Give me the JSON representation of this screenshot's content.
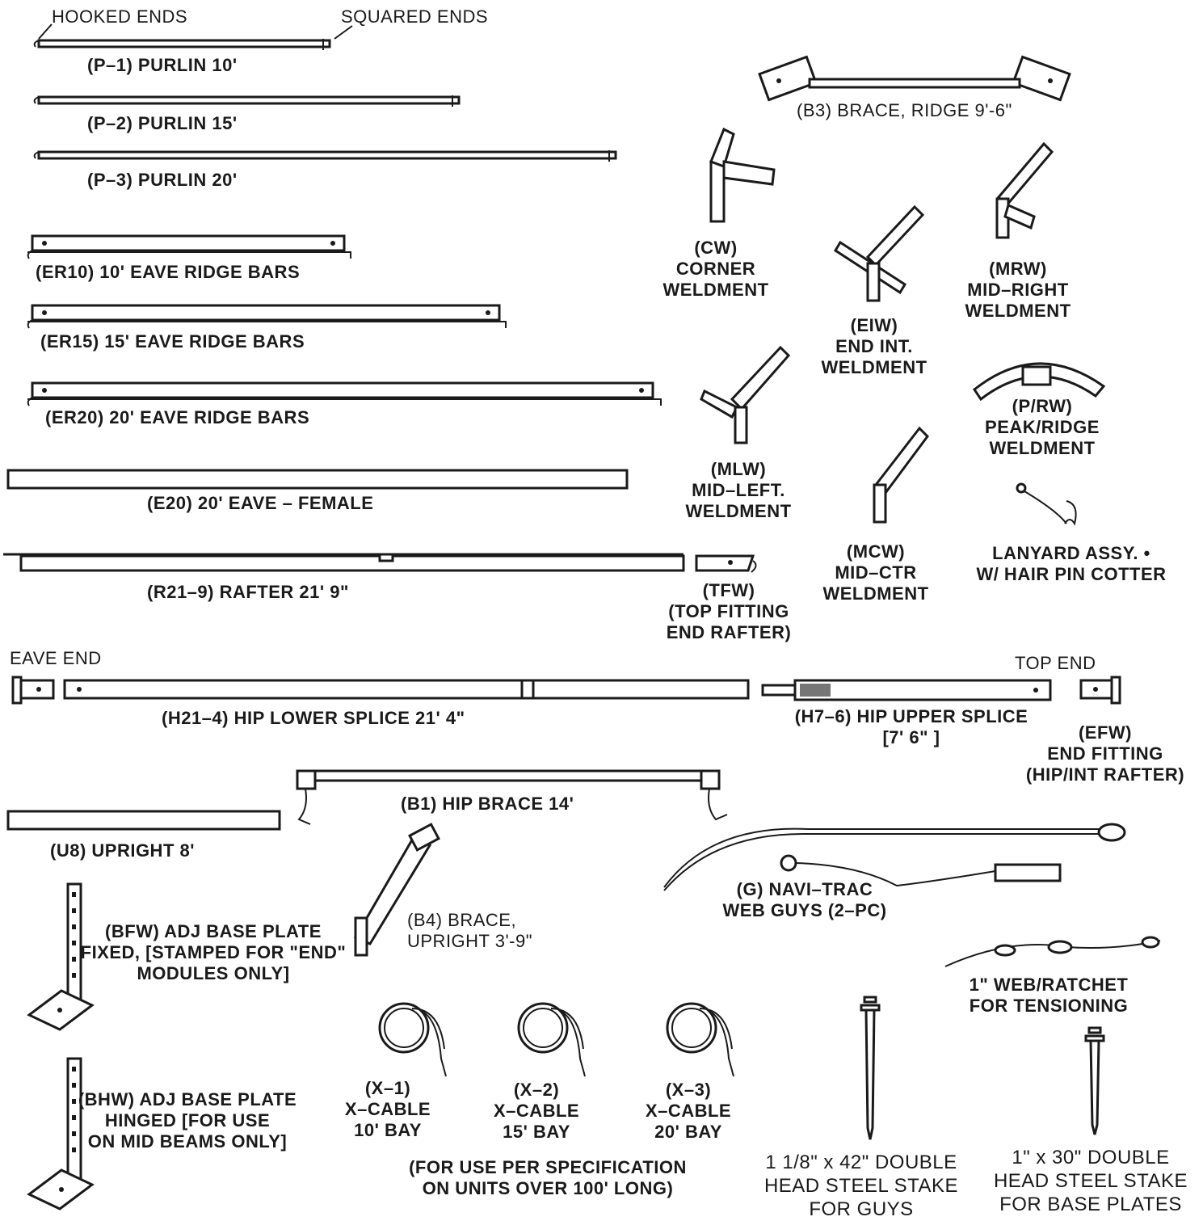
{
  "annotations": {
    "hooked_ends": "HOOKED ENDS",
    "squared_ends": "SQUARED ENDS",
    "eave_end": "EAVE END",
    "top_end": "TOP END"
  },
  "parts": {
    "p1": "(P–1)  PURLIN  10'",
    "p2": "(P–2)  PURLIN  15'",
    "p3": "(P–3)  PURLIN  20'",
    "er10": "(ER10)  10'  EAVE  RIDGE  BARS",
    "er15": "(ER15)  15'  EAVE  RIDGE  BARS",
    "er20": "(ER20)  20'  EAVE  RIDGE  BARS",
    "e20": "(E20)  20'  EAVE  –  FEMALE",
    "r21": "(R21–9)  RAFTER  21'  9\"",
    "tfw": [
      "(TFW)",
      "(TOP  FITTING",
      "END  RAFTER)"
    ],
    "h21": "(H21–4)  HIP  LOWER  SPLICE  21'  4\"",
    "h7": [
      "(H7–6)  HIP  UPPER  SPLICE",
      "[7'  6\" ]"
    ],
    "efw": [
      "(EFW)",
      "END  FITTING",
      "(HIP/INT  RAFTER)"
    ],
    "b1": "(B1)  HIP  BRACE  14'",
    "u8": "(U8)  UPRIGHT  8'",
    "b3": "(B3)  BRACE,  RIDGE  9'-6\"",
    "cw": [
      "(CW)",
      "CORNER",
      "WELDMENT"
    ],
    "eiw": [
      "(EIW)",
      "END  INT.",
      "WELDMENT"
    ],
    "mrw": [
      "(MRW)",
      "MID–RIGHT",
      "WELDMENT"
    ],
    "prw": [
      "(P/RW)",
      "PEAK/RIDGE",
      "WELDMENT"
    ],
    "mlw": [
      "(MLW)",
      "MID–LEFT.",
      "WELDMENT"
    ],
    "mcw": [
      "(MCW)",
      "MID–CTR",
      "WELDMENT"
    ],
    "lanyard": [
      "LANYARD  ASSY.  •",
      "W/  HAIR  PIN  COTTER"
    ],
    "guys": [
      "(G)  NAVI–TRAC",
      "WEB  GUYS  (2–PC)"
    ],
    "bfw": [
      "(BFW)  ADJ  BASE  PLATE",
      "FIXED,  [STAMPED  FOR  \"END\"",
      "MODULES  ONLY]"
    ],
    "bhw": [
      "(BHW)  ADJ  BASE  PLATE",
      "HINGED  [FOR  USE",
      "ON  MID  BEAMS  ONLY]"
    ],
    "b4": [
      "(B4)  BRACE,",
      "UPRIGHT  3'-9\""
    ],
    "x1": [
      "(X–1)",
      "X–CABLE",
      "10'  BAY"
    ],
    "x2": [
      "(X–2)",
      "X–CABLE",
      "15'  BAY"
    ],
    "x3": [
      "(X–3)",
      "X–CABLE",
      "20'  BAY"
    ],
    "xnote": [
      "(FOR  USE  PER  SPECIFICATION",
      "ON  UNITS  OVER  100'  LONG)"
    ],
    "ratchet": [
      "1\"  WEB/RATCHET",
      "FOR  TENSIONING"
    ],
    "stake42": [
      "1 1/8\" x 42\" DOUBLE",
      "HEAD STEEL STAKE",
      "FOR GUYS"
    ],
    "stake30": [
      "1\" x 30\" DOUBLE",
      "HEAD STEEL STAKE",
      "FOR BASE PLATES"
    ]
  }
}
